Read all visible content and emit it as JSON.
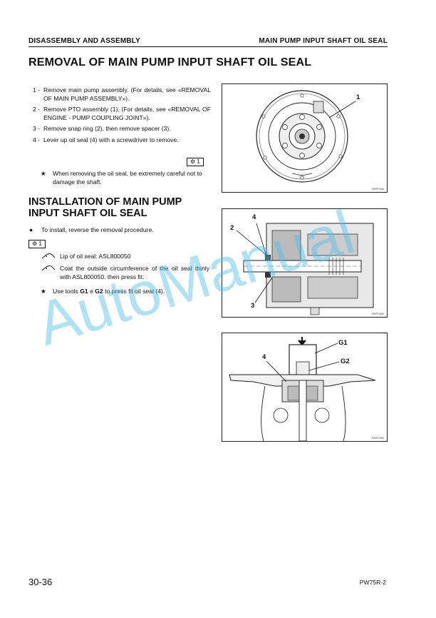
{
  "header": {
    "left": "DISASSEMBLY AND ASSEMBLY",
    "right": "MAIN PUMP INPUT SHAFT OIL SEAL"
  },
  "title": "REMOVAL OF MAIN PUMP INPUT SHAFT OIL SEAL",
  "removal": {
    "steps": [
      {
        "num": "1 -",
        "text": "Remove main pump assembly. (For details, see «REMOVAL OF MAIN PUMP ASSEMBLY»)."
      },
      {
        "num": "2 -",
        "text": "Remove PTO assembly (1). (For details, see «REMOVAL OF ENGINE - PUMP COUPLING JOINT»)."
      },
      {
        "num": "3 -",
        "text": "Remove snap ring (2), then remove spacer (3)."
      },
      {
        "num": "4 -",
        "text": "Lever up oil seal (4) with a screwdriver to remove."
      }
    ],
    "ref_label": "1",
    "note_symbol": "★",
    "note": "When removing the oil seal, be extremely careful not to damage the shaft."
  },
  "installation": {
    "title_line1": "INSTALLATION OF MAIN PUMP",
    "title_line2": "INPUT SHAFT OIL SEAL",
    "bullet_symbol": "●",
    "bullet": "To install, reverse the removal procedure.",
    "ref_label": "1",
    "spec1": "Lip of oil seal: ASL800050",
    "spec2": "Coat the outside circumference of the oil seal thinly with ASL800050. then press fit.",
    "note_symbol": "★",
    "note_pre": "Use tools ",
    "tool1": "G1",
    "note_mid": " e ",
    "tool2": "G2",
    "note_post": " to press fit oil seal (4)."
  },
  "figures": {
    "fig1": {
      "callout": "1",
      "code": "RKP07440"
    },
    "fig2": {
      "callouts": [
        "4",
        "2",
        "3"
      ],
      "code": "RKP07450"
    },
    "fig3": {
      "callouts": [
        "G1",
        "4",
        "G2"
      ],
      "code": "RKP07460"
    }
  },
  "watermark": "AutoManual",
  "footer": {
    "page": "30-36",
    "model": "PW75R-2"
  }
}
